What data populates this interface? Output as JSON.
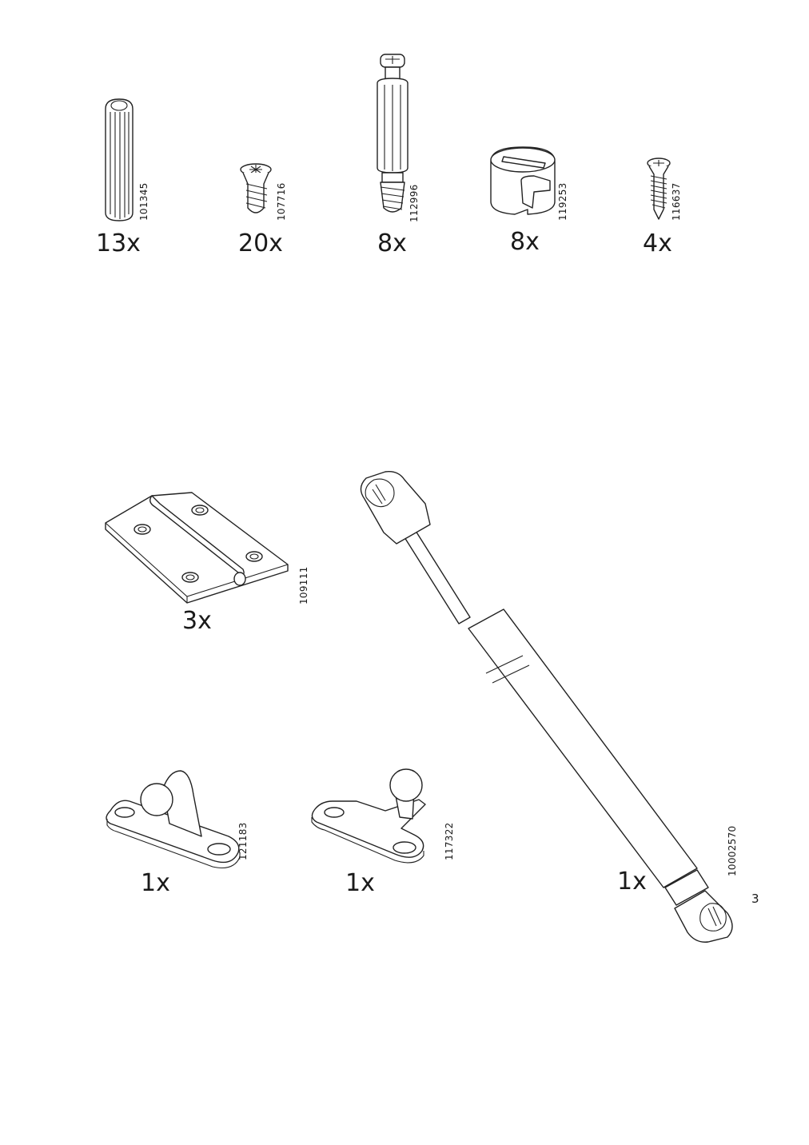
{
  "parts": [
    {
      "id": "dowel",
      "quantity": "13x",
      "code": "101345"
    },
    {
      "id": "screw-short",
      "quantity": "20x",
      "code": "107716"
    },
    {
      "id": "connector-bolt",
      "quantity": "8x",
      "code": "112996"
    },
    {
      "id": "cam-lock",
      "quantity": "8x",
      "code": "119253"
    },
    {
      "id": "wood-screw",
      "quantity": "4x",
      "code": "116637"
    },
    {
      "id": "hinge",
      "quantity": "3x",
      "code": "109111"
    },
    {
      "id": "ball-bracket-straight",
      "quantity": "1x",
      "code": "121183"
    },
    {
      "id": "ball-bracket-angled",
      "quantity": "1x",
      "code": "117322"
    },
    {
      "id": "gas-strut",
      "quantity": "1x",
      "code": "10002570"
    }
  ],
  "page_number": "3"
}
